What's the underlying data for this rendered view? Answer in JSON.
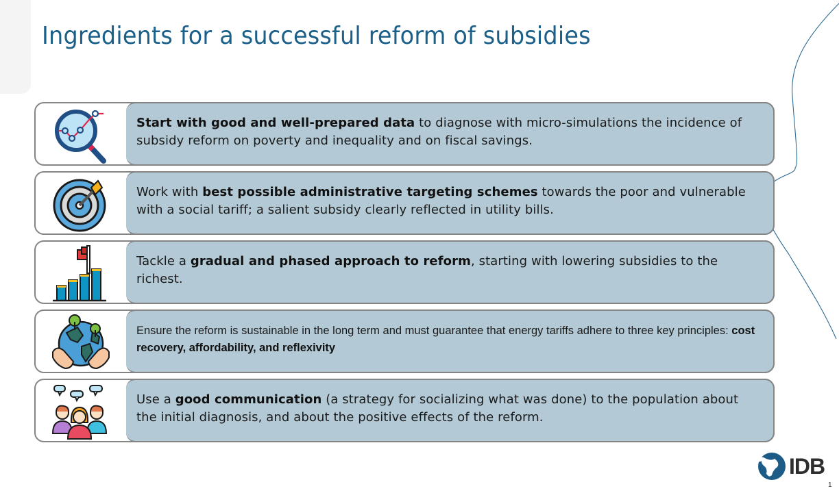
{
  "slide": {
    "title": "Ingredients for a successful reform of subsidies",
    "page_number": "1",
    "logo_text": "IDB",
    "colors": {
      "title": "#1c6089",
      "panel_fill": "#b3cad6",
      "border": "#858585",
      "curve": "#2d6a93"
    }
  },
  "items": [
    {
      "icon": "magnifier-chart-icon",
      "bold": "Start with good and well-prepared data",
      "before": "",
      "after": " to diagnose with micro-simulations the incidence of subsidy reform on poverty and inequality and on fiscal savings."
    },
    {
      "icon": "target-arrow-icon",
      "before": "Work with ",
      "bold": "best possible administrative targeting schemes",
      "after": " towards the poor and vulnerable with a social tariff; a salient subsidy clearly reflected in utility bills."
    },
    {
      "icon": "bar-chart-flag-icon",
      "before": "Tackle a ",
      "bold": "gradual and phased approach to reform",
      "after": ", starting with lowering subsidies to the richest."
    },
    {
      "icon": "globe-hands-icon",
      "before": "Ensure the reform is sustainable in the long term and must guarantee that energy tariffs adhere to three key principles: ",
      "bold": "cost recovery, affordability, and reflexivity",
      "after": ""
    },
    {
      "icon": "people-communication-icon",
      "before": "Use a ",
      "bold": "good communication",
      "after": " (a strategy for socializing what was done) to the population about the initial diagnosis, and about the positive effects of the reform."
    }
  ]
}
